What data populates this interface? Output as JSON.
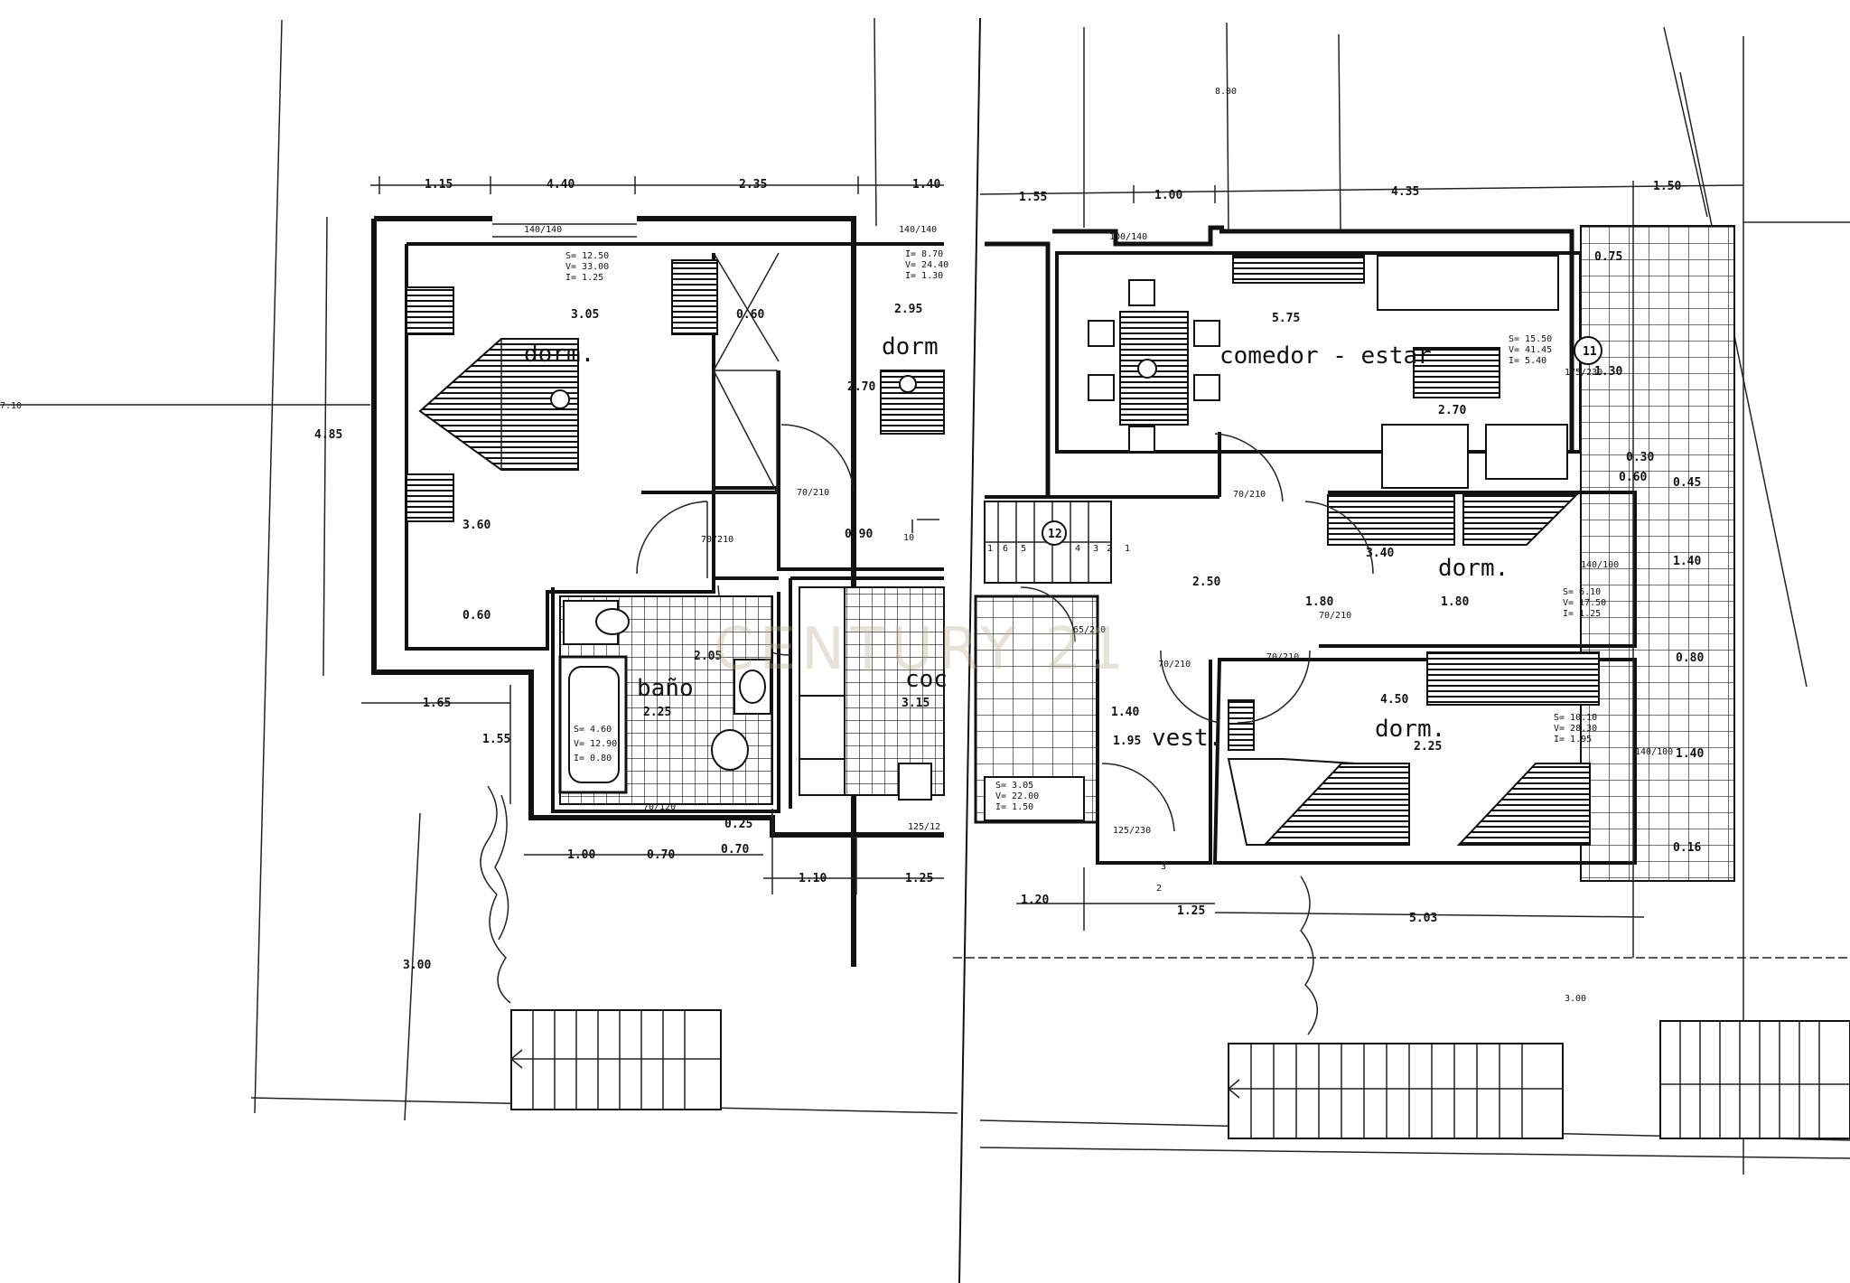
{
  "watermark": "CENTURY 21",
  "left_plan": {
    "rooms": {
      "dorm1": "dorm.",
      "dorm2": "dorm",
      "bano": "baño",
      "cocina": "coc"
    },
    "dims": {
      "d_1_15": "1.15",
      "d_4_40": "4.40",
      "d_2_35": "2.35",
      "d_1_40": "1.40",
      "d_3_05": "3.05",
      "d_0_60a": "0.60",
      "d_2_95": "2.95",
      "d_2_70": "2.70",
      "d_4_85": "4.85",
      "d_3_60": "3.60",
      "d_0_90": "0.90",
      "d_0_60b": "0.60",
      "d_2_05": "2.05",
      "d_2_25": "2.25",
      "d_3_15": "3.15",
      "d_1_65": "1.65",
      "d_1_55": "1.55",
      "d_0_25": "0.25",
      "d_1_00": "1.00",
      "d_0_70a": "0.70",
      "d_0_70b": "0.70",
      "d_1_10": "1.10",
      "d_1_25": "1.25",
      "d_3_00": "3.00",
      "d_7_10": "7.10"
    },
    "doors": {
      "w_140_140a": "140/140",
      "w_140_140b": "140/140",
      "door_70_210a": "70/210",
      "door_70_210b": "70/210",
      "door_70_120": "70/120",
      "door_10": "10",
      "door_125": "125/12"
    },
    "areas": {
      "dorm1": [
        "S= 12.50",
        "V= 33.00",
        "I= 1.25"
      ],
      "dorm2": [
        "I= 8.70",
        "V= 24.40",
        "I= 1.30"
      ],
      "bano": [
        "S= 4.60",
        "V= 12.90",
        "I= 0.80"
      ]
    }
  },
  "right_plan": {
    "rooms": {
      "comedor": "comedor - estar",
      "dorm1": "dorm.",
      "dorm2": "dorm.",
      "vest": "vest."
    },
    "dims": {
      "d_8_00": "8.00",
      "d_1_55": "1.55",
      "d_1_00": "1.00",
      "d_4_35": "4.35",
      "d_1_50": "1.50",
      "d_0_75": "0.75",
      "d_5_75": "5.75",
      "d_1_30": "1.30",
      "d_2_70": "2.70",
      "d_0_30": "0.30",
      "d_0_60": "0.60",
      "d_0_45": "0.45",
      "d_3_40": "3.40",
      "d_1_40a": "1.40",
      "d_2_50": "2.50",
      "d_1_80a": "1.80",
      "d_1_80b": "1.80",
      "d_0_80": "0.80",
      "d_4_50": "4.50",
      "d_1_40b": "1.40",
      "d_1_95": "1.95",
      "d_2_25": "2.25",
      "d_1_40c": "1.40",
      "d_0_16": "0.16",
      "d_1_20": "1.20",
      "d_1_25": "1.25",
      "d_5_03": "5.03",
      "d_3_00": "3.00"
    },
    "doors": {
      "w_100_140": "100/140",
      "door_70_210a": "70/210",
      "door_70_210b": "70/210",
      "door_70_210c": "70/210",
      "door_70_210d": "70/210",
      "door_65_210": "65/210",
      "door_125_230": "125/230",
      "door_175_230": "175/230",
      "w_140a": "140/100",
      "w_140b": "140/100",
      "circle_11": "11",
      "circle_12": "12"
    },
    "areas": {
      "comedor": [
        "S= 15.50",
        "V= 41.45",
        "I= 5.40"
      ],
      "dorm1": [
        "S= 6.10",
        "V= 17.50",
        "I= 1.25"
      ],
      "dorm2": [
        "S= 10.10",
        "V= 28.30",
        "I= 1.95"
      ],
      "vest": [
        "S= 3.05",
        "V= 22.00",
        "I= 1.50"
      ]
    },
    "stair_steps": [
      "1",
      "6",
      "5",
      "4",
      "3",
      "2",
      "1"
    ],
    "stair_bottom": [
      "3",
      "2"
    ]
  }
}
